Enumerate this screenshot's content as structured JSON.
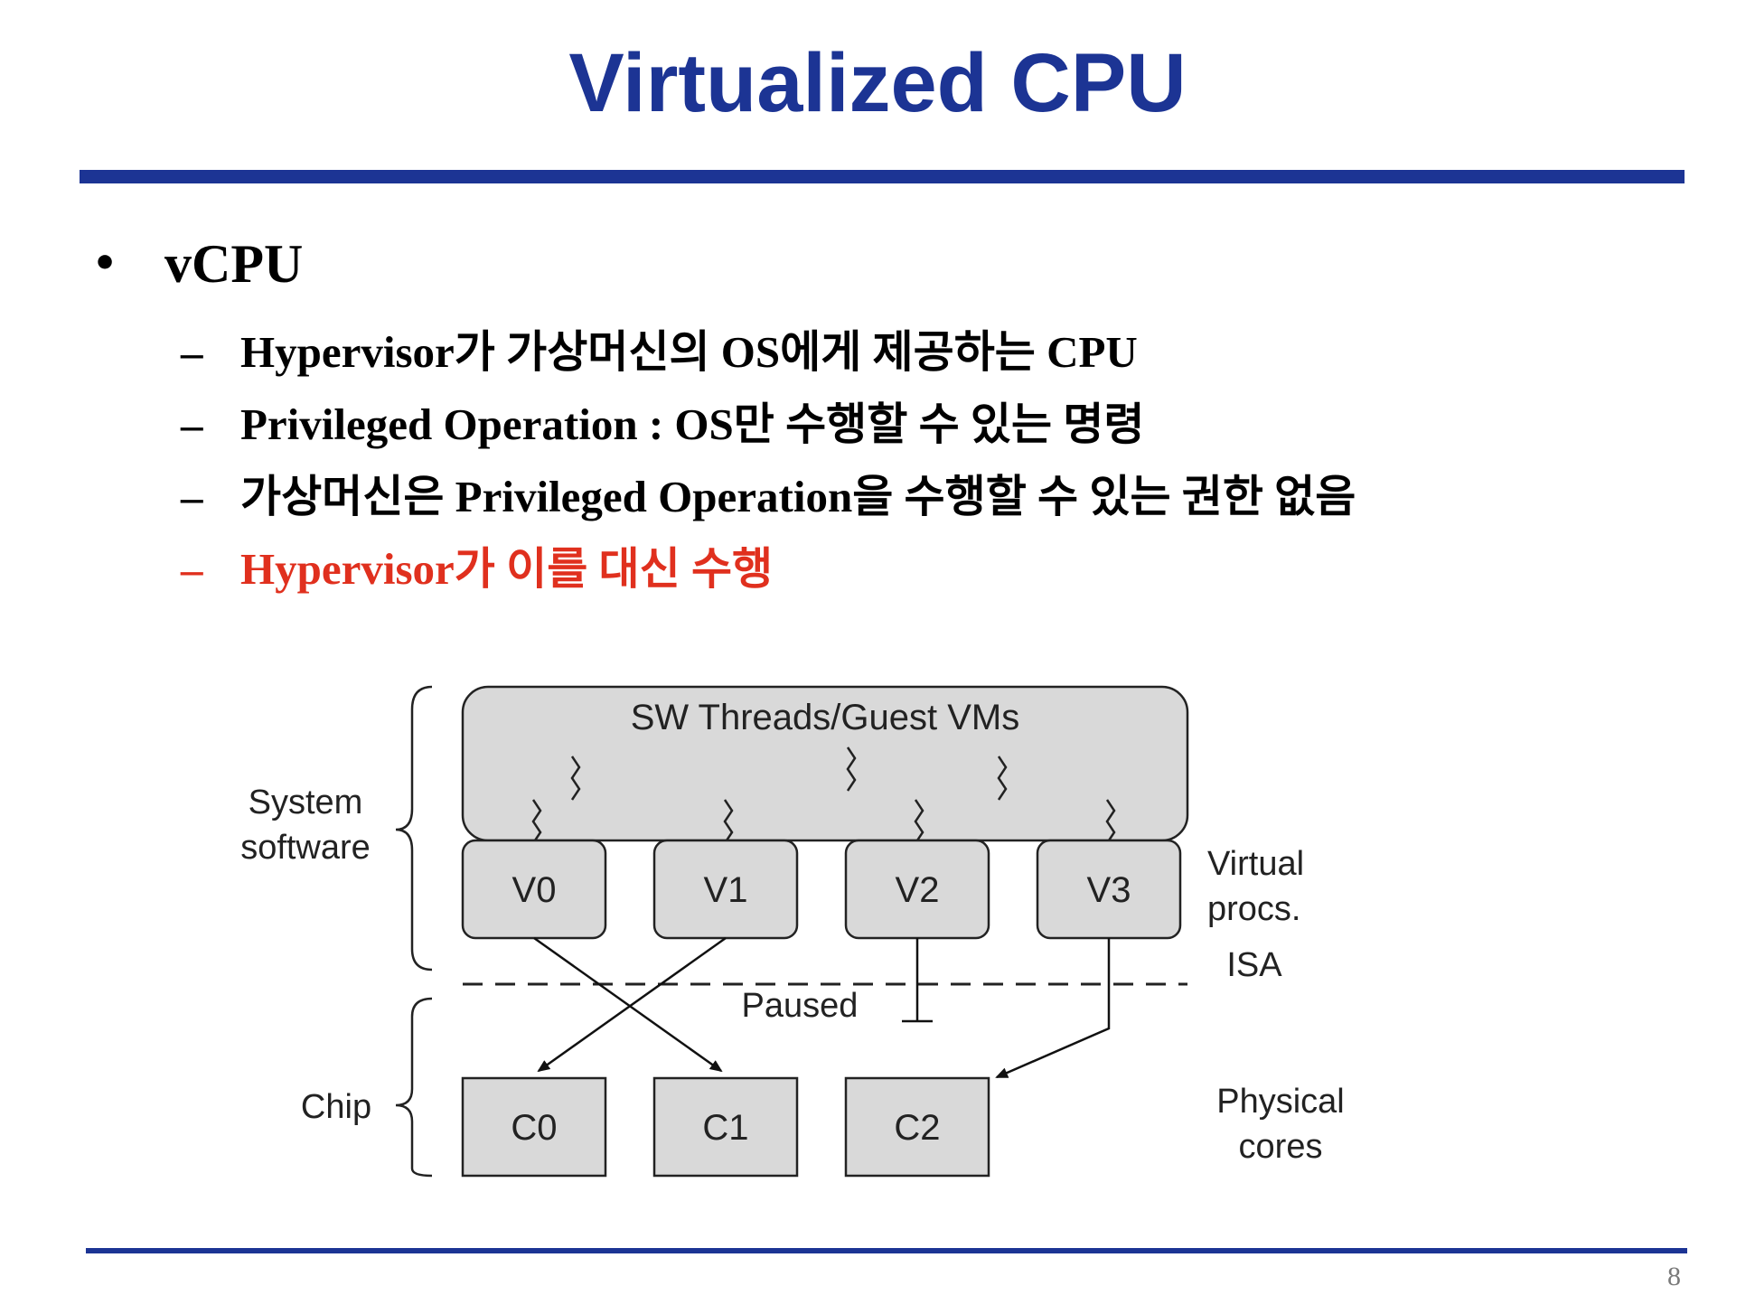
{
  "slide": {
    "title": "Virtualized CPU",
    "page_number": "8",
    "accent_color": "#1c3494",
    "highlight_color": "#e0301e"
  },
  "bullets": {
    "main_marker": "•",
    "main": "vCPU",
    "sub_marker": "–",
    "items": [
      {
        "text": "Hypervisor가 가상머신의 OS에게 제공하는 CPU"
      },
      {
        "text": "Privileged Operation : OS만 수행할 수 있는 명령"
      },
      {
        "text": "가상머신은 Privileged Operation을 수행할 수 있는 권한 없음"
      },
      {
        "text": "Hypervisor가 이를 대신 수행"
      }
    ]
  },
  "diagram": {
    "top_box_label": "SW Threads/Guest VMs",
    "system_software_label_line1": "System",
    "system_software_label_line2": "software",
    "chip_label": "Chip",
    "virtual_procs_line1": "Virtual",
    "virtual_procs_line2": "procs.",
    "isa_label": "ISA",
    "paused_label": "Paused",
    "physical_cores_line1": "Physical",
    "physical_cores_line2": "cores",
    "virtual_processors": [
      "V0",
      "V1",
      "V2",
      "V3"
    ],
    "physical_cores": [
      "C0",
      "C1",
      "C2"
    ],
    "mappings": [
      {
        "from": "V0",
        "to": "C1"
      },
      {
        "from": "V1",
        "to": "C0"
      },
      {
        "from": "V2",
        "to": "Paused"
      },
      {
        "from": "V3",
        "to": "C2"
      }
    ]
  }
}
